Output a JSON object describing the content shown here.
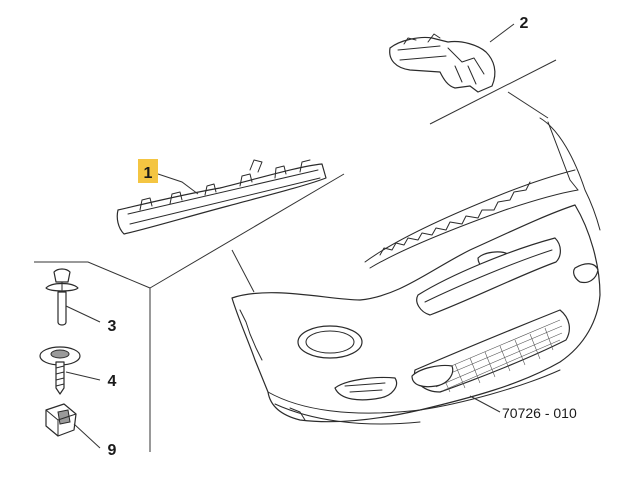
{
  "callouts": [
    {
      "id": "1",
      "label": "1",
      "highlighted": true
    },
    {
      "id": "2",
      "label": "2",
      "highlighted": false
    },
    {
      "id": "3",
      "label": "3",
      "highlighted": false
    },
    {
      "id": "4",
      "label": "4",
      "highlighted": false
    },
    {
      "id": "9",
      "label": "9",
      "highlighted": false
    }
  ],
  "reference_code": "70726 - 010",
  "colors": {
    "highlight": "#f4c542",
    "line": "#2b2b2b",
    "background": "#ffffff"
  }
}
